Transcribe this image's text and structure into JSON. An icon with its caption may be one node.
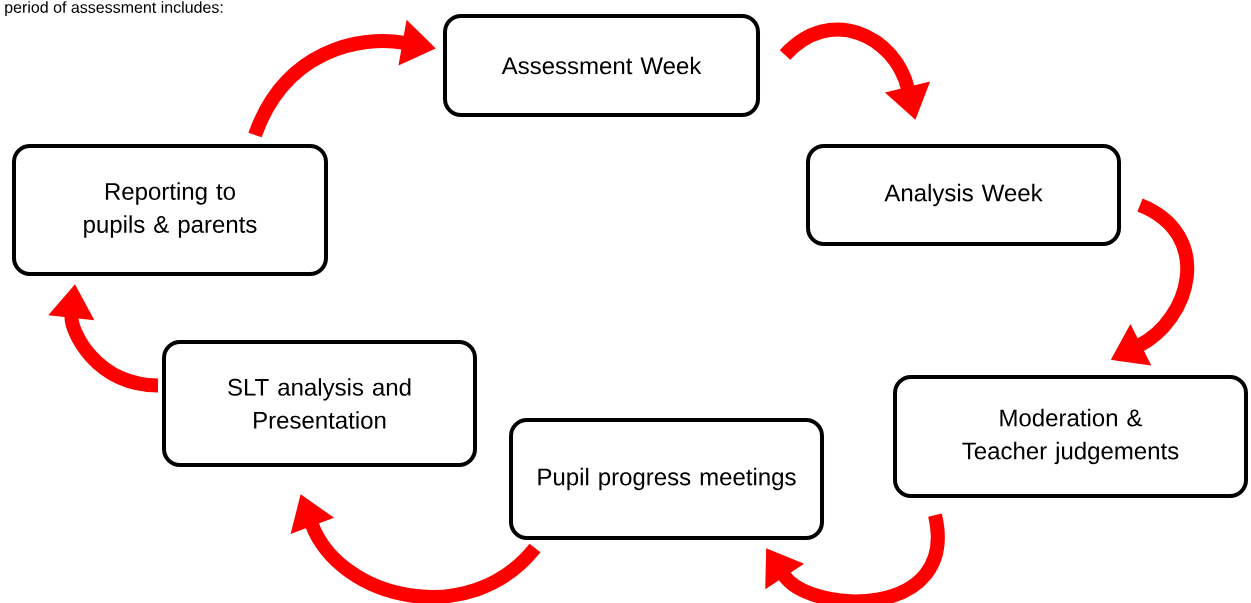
{
  "diagram": {
    "nodes": [
      {
        "text": [
          "Assessment Week"
        ]
      },
      {
        "text": [
          "Analysis Week"
        ]
      },
      {
        "text": [
          "Moderation & Teacher judgements"
        ]
      },
      {
        "text": [
          "Pupil progress meetings"
        ]
      },
      {
        "text": [
          "SLT analysis and Presentation"
        ]
      },
      {
        "text": [
          "Reporting to pupils & parents"
        ]
      }
    ],
    "edges": [
      {
        "from": 0,
        "to": 1,
        "arrow": "to"
      },
      {
        "from": 1,
        "to": 2,
        "arrow": "to"
      },
      {
        "from": 2,
        "to": 3,
        "arrow": "to"
      },
      {
        "from": 3,
        "to": 4,
        "arrow": "to"
      },
      {
        "from": 4,
        "to": 5,
        "arrow": "to"
      },
      {
        "from": 5,
        "to": 0,
        "arrow": "to"
      }
    ],
    "labels": [
      "period of assessment includes:"
    ]
  }
}
